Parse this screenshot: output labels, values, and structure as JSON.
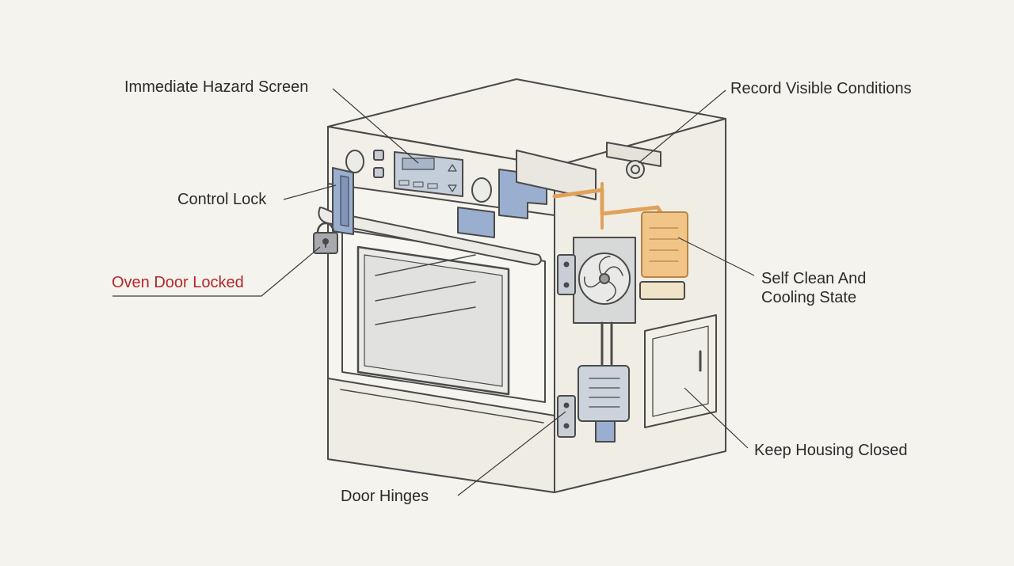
{
  "diagram": {
    "labels": {
      "immediate_hazard_screen": "Immediate Hazard Screen",
      "record_visible_conditions": "Record Visible Conditions",
      "control_lock": "Control Lock",
      "oven_door_locked": "Oven Door Locked",
      "self_clean_cooling_state": "Self Clean And Cooling State",
      "keep_housing_closed": "Keep Housing Closed",
      "door_hinges": "Door Hinges"
    },
    "highlighted_label": "oven_door_locked",
    "colors": {
      "background": "#f4f3ee",
      "outline": "#4a4a4a",
      "lock_blue": "#9aaed0",
      "heat_orange": "#e8b36a",
      "highlight_red": "#b3262b"
    }
  }
}
